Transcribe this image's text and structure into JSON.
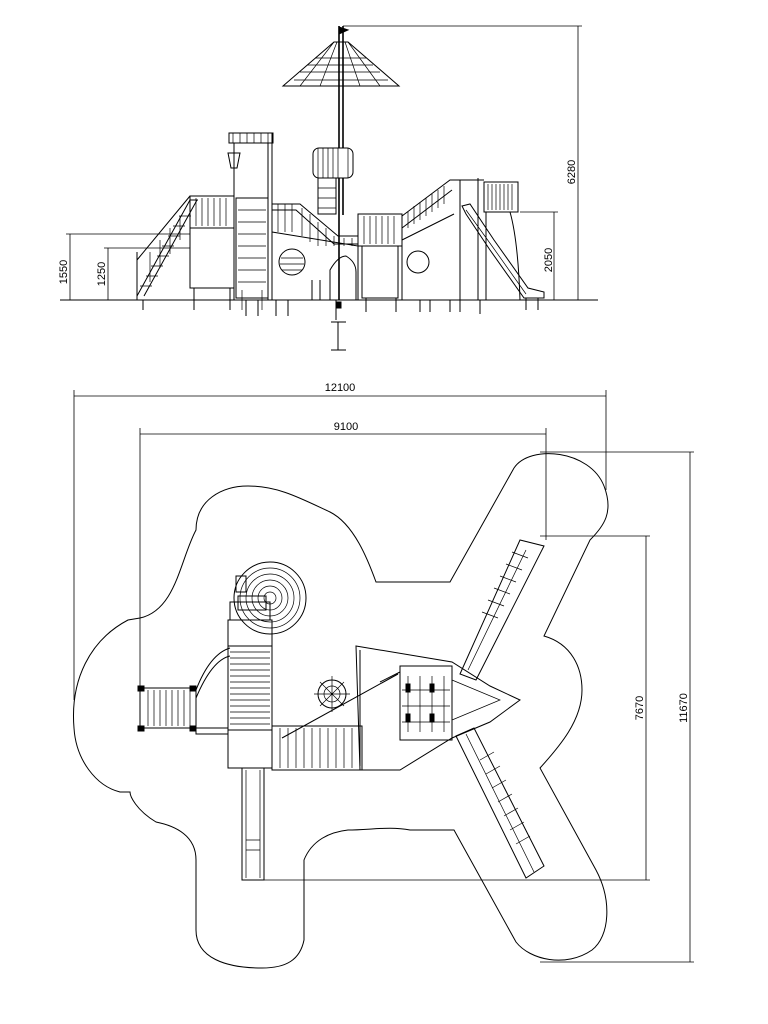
{
  "elevation": {
    "dims": {
      "total_height": "6280",
      "slide_deck_height": "2050",
      "deck_height_1": "1550",
      "deck_height_2": "1250"
    }
  },
  "plan": {
    "dims": {
      "overall_width": "12100",
      "structure_width": "9100",
      "structure_depth": "7670",
      "overall_depth": "11670"
    }
  }
}
